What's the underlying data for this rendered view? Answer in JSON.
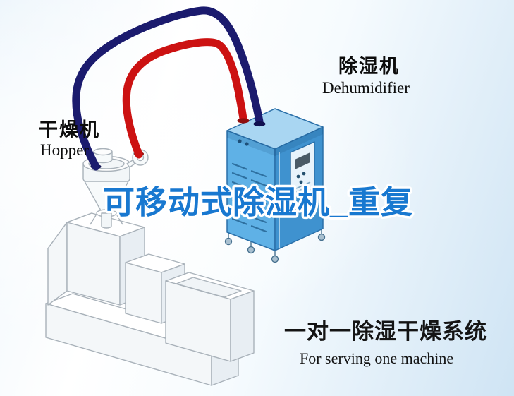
{
  "title": "可移动式除湿机_重复",
  "labels": {
    "hopper_cn": "干燥机",
    "hopper_en": "Hopper",
    "dehumidifier_cn": "除湿机",
    "dehumidifier_en": "Dehumidifier",
    "caption_cn": "一对一除湿干燥系统",
    "caption_en": "For serving one machine"
  },
  "watermark": {
    "text": "可移动式除湿机_重复",
    "fill": "#1878d0",
    "outline": "#ffffff"
  },
  "colors": {
    "pipe_red": "#cc1212",
    "pipe_navy": "#1b1b6e",
    "dehumidifier_top": "#a9d6f2",
    "dehumidifier_front": "#5fb1e6",
    "dehumidifier_side": "#3f92cf",
    "machine_outline": "#a9b2ba",
    "background_tint": "#cfe4f4",
    "text_black": "#0c0c0c"
  },
  "diagram": {
    "type": "equipment-connection-diagram",
    "components": [
      {
        "id": "hopper-dryer",
        "label_cn": "干燥机",
        "label_en": "Hopper"
      },
      {
        "id": "dehumidifier",
        "label_cn": "除湿机",
        "label_en": "Dehumidifier"
      },
      {
        "id": "extruder-machine"
      }
    ],
    "connections": [
      {
        "between": [
          "hopper-dryer",
          "dehumidifier"
        ],
        "pipe_color": "red"
      },
      {
        "between": [
          "hopper-dryer",
          "dehumidifier"
        ],
        "pipe_color": "navy"
      }
    ]
  }
}
